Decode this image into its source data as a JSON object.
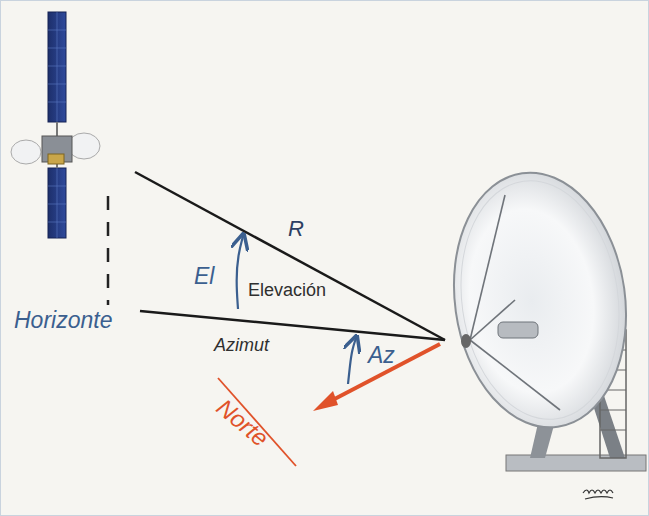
{
  "diagram": {
    "labels": [
      "R",
      "El",
      "Elevación",
      "Horizonte",
      "Azimut",
      "Az",
      "Norte"
    ]
  }
}
